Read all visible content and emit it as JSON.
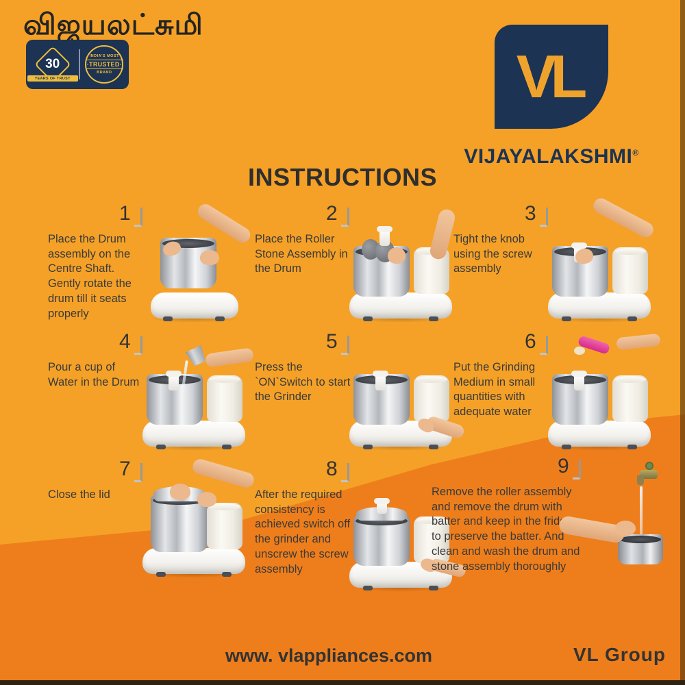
{
  "theme": {
    "bg": "#F5A127",
    "band": "#EE7E1B",
    "navy": "#1C3353",
    "gold": "#EFBE3F",
    "ink": "#3A3A3A"
  },
  "header": {
    "tamil_title": "விஜயலட்சுமி",
    "badges": {
      "years_value": "30",
      "years_label": "YEARS OF TRUST",
      "trusted_top": "INDIA'S MOST",
      "trusted_mid": "·TRUSTED·",
      "trusted_bottom": "BRAND"
    },
    "logo": {
      "monogram": "VL",
      "wordmark": "VIJAYALAKSHMI",
      "registered": "®"
    }
  },
  "title": "INSTRUCTIONS",
  "steps": [
    {
      "number": "1",
      "text": "Place the Drum assembly on the Centre Shaft. Gently rotate the drum till it seats properly",
      "illustration": "hands-placing-drum"
    },
    {
      "number": "2",
      "text": "Place the Roller Stone Assembly in the Drum",
      "illustration": "hand-placing-roller-stone"
    },
    {
      "number": "3",
      "text": "Tight the knob using the screw assembly",
      "illustration": "hand-tightening-knob"
    },
    {
      "number": "4",
      "text": "Pour a cup of Water in the Drum",
      "illustration": "pouring-water-cup"
    },
    {
      "number": "5",
      "text": "Press the `ON`Switch to start the Grinder",
      "illustration": "finger-pressing-switch"
    },
    {
      "number": "6",
      "text": "Put the Grinding Medium in small quantities with adequate water",
      "illustration": "scoop-adding-grain"
    },
    {
      "number": "7",
      "text": "Close the lid",
      "illustration": "hands-closing-lid"
    },
    {
      "number": "8",
      "text": "After the required consistency is achieved switch off the grinder and unscrew the screw assembly",
      "illustration": "grinder-with-lid"
    },
    {
      "number": "9",
      "text": "Remove the roller assembly and remove the drum with batter and keep in the fridge to preserve the batter. And clean and wash the drum and stone assembly thoroughly",
      "illustration": "washing-drum-under-tap"
    }
  ],
  "footer": {
    "website": "www. vlappliances.com",
    "company": "VL Group"
  }
}
